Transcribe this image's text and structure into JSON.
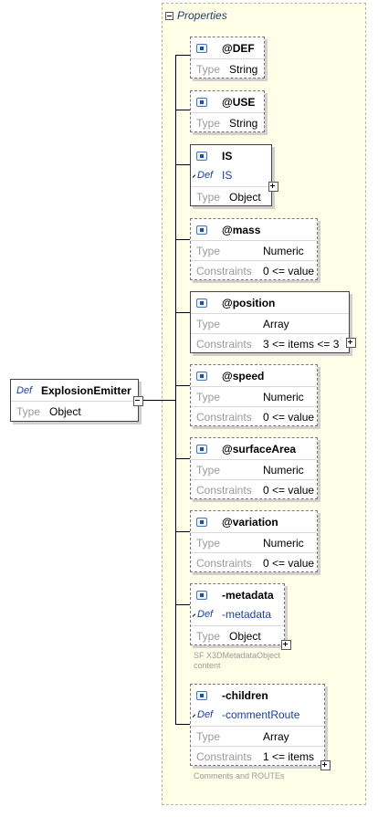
{
  "root": {
    "def_key": "Def",
    "name": "ExplosionEmitter",
    "type_key": "Type",
    "type_value": "Object"
  },
  "properties": {
    "title": "Properties"
  },
  "items": [
    {
      "name": "@DEF",
      "type_key": "Type",
      "type": "String"
    },
    {
      "name": "@USE",
      "type_key": "Type",
      "type": "String"
    },
    {
      "name": "IS",
      "def_key": "Def",
      "def": "IS",
      "type_key": "Type",
      "type": "Object"
    },
    {
      "name": "@mass",
      "type_key": "Type",
      "type": "Numeric",
      "constraints_key": "Constraints",
      "constraints": "0 <= value"
    },
    {
      "name": "@position",
      "type_key": "Type",
      "type": "Array",
      "constraints_key": "Constraints",
      "constraints": "3 <= items <= 3"
    },
    {
      "name": "@speed",
      "type_key": "Type",
      "type": "Numeric",
      "constraints_key": "Constraints",
      "constraints": "0 <= value"
    },
    {
      "name": "@surfaceArea",
      "type_key": "Type",
      "type": "Numeric",
      "constraints_key": "Constraints",
      "constraints": "0 <= value"
    },
    {
      "name": "@variation",
      "type_key": "Type",
      "type": "Numeric",
      "constraints_key": "Constraints",
      "constraints": "0 <= value"
    },
    {
      "name": "-metadata",
      "def_key": "Def",
      "def": "-metadata",
      "type_key": "Type",
      "type": "Object",
      "note_line1": "SF X3DMetadataObject",
      "note_line2": "content"
    },
    {
      "name": "-children",
      "def_key": "Def",
      "def": "-commentRoute",
      "type_key": "Type",
      "type": "Array",
      "constraints_key": "Constraints",
      "constraints": "1 <= items",
      "note_line1": "Comments and ROUTEs"
    }
  ]
}
